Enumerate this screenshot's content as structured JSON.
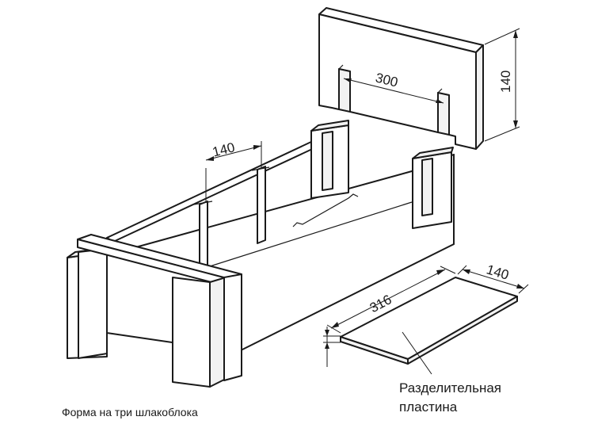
{
  "caption": "Форма на три шлакоблока",
  "end_panel": {
    "slot_spacing": "300",
    "height": "140"
  },
  "form": {
    "cell_width": "140"
  },
  "separator_plate": {
    "length": "316",
    "width": "140",
    "label_line1": "Разделительная",
    "label_line2": "пластина"
  }
}
